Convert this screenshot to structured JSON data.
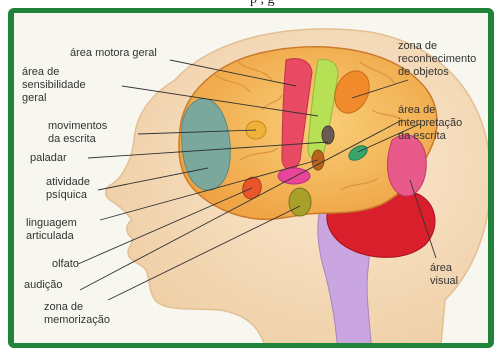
{
  "header_fragment": "p             ,      g",
  "labels": {
    "motor": "área motora geral",
    "sensibilidade": "área de\nsensibilidade\ngeral",
    "escrita_mov": "movimentos\nda escrita",
    "paladar": "paladar",
    "psiquica": "atividade\npsíquica",
    "linguagem": "linguagem\narticulada",
    "olfato": "olfato",
    "audicao": "audição",
    "memorizacao": "zona de\nmemorização",
    "objetos": "zona de\nreconhecimento\nde objetos",
    "interpretacao": "área de\ninterpretação\nda escrita",
    "visual": "área\nvisual"
  },
  "colors": {
    "frame": "#21823a",
    "background": "#f7f7f0",
    "head": "#f3d9b5",
    "brain": "#f5b55c",
    "motor": "#e94a63",
    "sensory": "#b8e055",
    "frontal": "#7aa89c",
    "cerebellum": "#d81f2b",
    "brainstem": "#c9a6df",
    "visual": "#e85a8a"
  }
}
